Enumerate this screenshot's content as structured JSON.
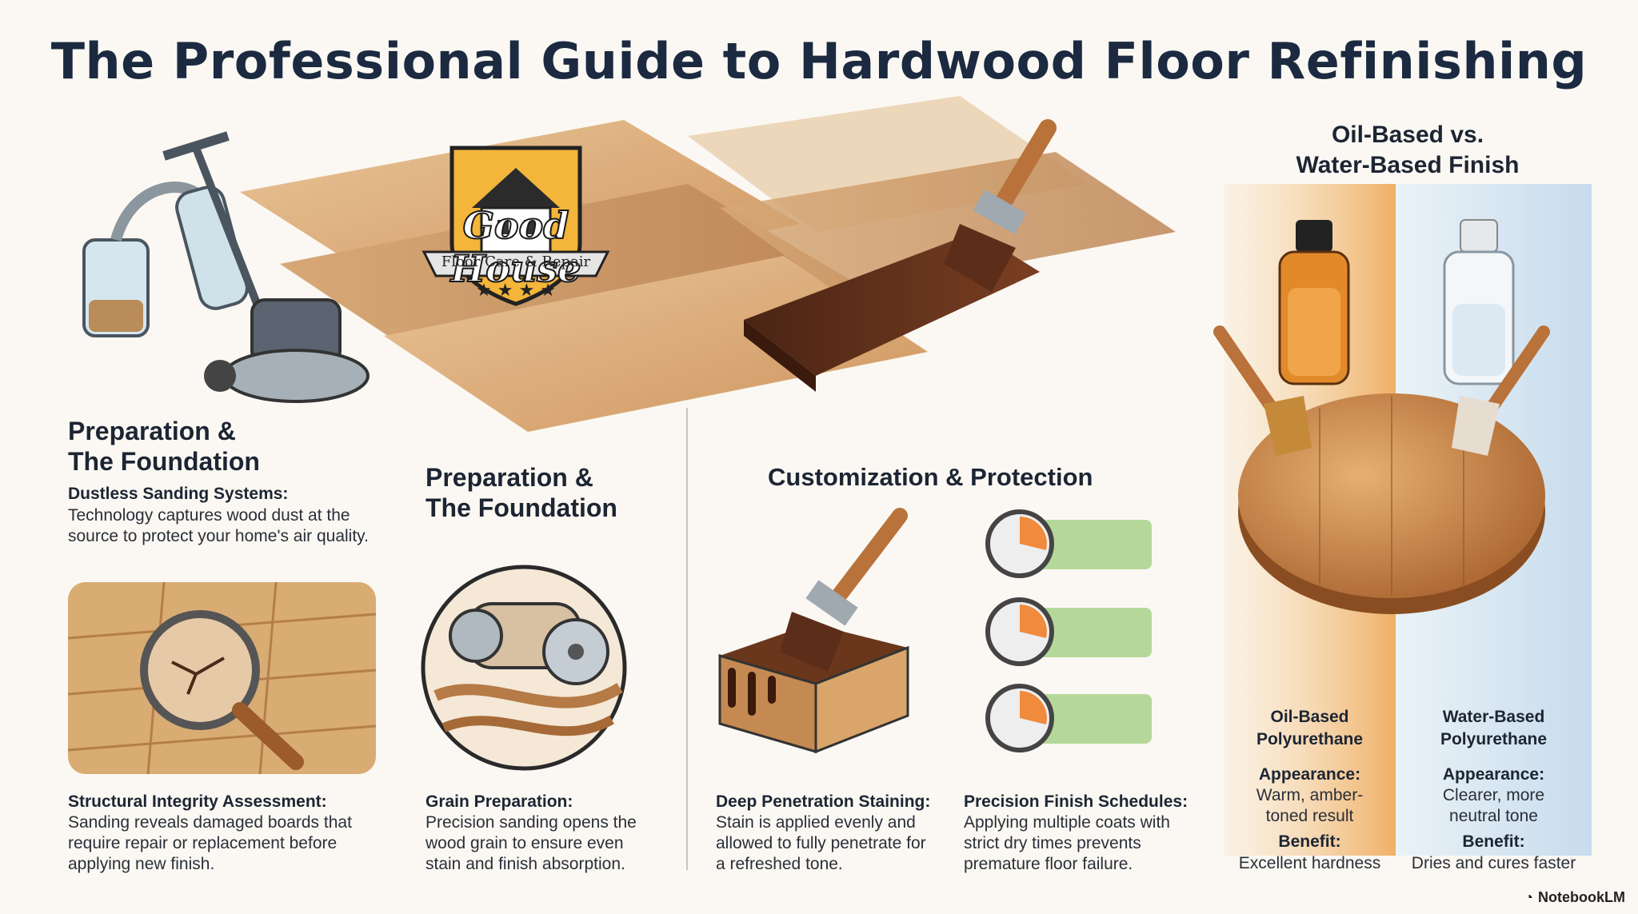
{
  "title": "The Professional Guide to Hardwood Floor Refinishing",
  "logo": {
    "brand": "Good House",
    "tagline": "Floor Care & Repair"
  },
  "prep1": {
    "heading_line1": "Preparation &",
    "heading_line2": "The Foundation",
    "dustless_title": "Dustless Sanding Systems:",
    "dustless_line1": "Technology captures wood dust at the",
    "dustless_line2": "source to protect your home's air quality.",
    "structural_title": "Structural Integrity Assessment:",
    "structural_line1": "Sanding reveals damaged boards that",
    "structural_line2": "require repair or replacement before",
    "structural_line3": "applying new finish."
  },
  "prep2": {
    "heading_line1": "Preparation &",
    "heading_line2": "The Foundation",
    "grain_title": "Grain Preparation:",
    "grain_line1": "Precision sanding opens the",
    "grain_line2": "wood grain to ensure even",
    "grain_line3": "stain and finish absorption."
  },
  "custom": {
    "heading": "Customization & Protection",
    "stain_title": "Deep Penetration Staining:",
    "stain_line1": "Stain is applied evenly and",
    "stain_line2": "allowed to fully penetrate for",
    "stain_line3": "a refreshed tone.",
    "schedule_title": "Precision Finish Schedules:",
    "schedule_line1": "Applying multiple coats with",
    "schedule_line2": "strict dry times prevents",
    "schedule_line3": "premature floor failure."
  },
  "compare": {
    "heading_line1": "Oil-Based vs.",
    "heading_line2": "Water-Based Finish",
    "oil": {
      "name_line1": "Oil-Based",
      "name_line2": "Polyurethane",
      "appearance_label": "Appearance:",
      "appearance_line1": "Warm, amber-",
      "appearance_line2": "toned result",
      "benefit_label": "Benefit:",
      "benefit_value": "Excellent hardness"
    },
    "water": {
      "name_line1": "Water-Based",
      "name_line2": "Polyurethane",
      "appearance_label": "Appearance:",
      "appearance_line1": "Clearer, more",
      "appearance_line2": "neutral tone",
      "benefit_label": "Benefit:",
      "benefit_value": "Dries and cures faster"
    }
  },
  "footer": {
    "brand": "NotebookLM"
  },
  "icons": [
    "floor-sander-icon",
    "magnifier-icon",
    "drum-sander-icon",
    "paint-brush-icon",
    "clock-icon",
    "bottle-icon"
  ],
  "colors": {
    "title": "#1b2a40",
    "wood_light": "#d9a86c",
    "wood_dark": "#5a2f1c",
    "amber": "#e8a04a",
    "water_blue": "#cfe2ee",
    "clock_orange": "#f08a3c",
    "green_band": "#b5d89a",
    "logo_gold": "#f3b53a"
  }
}
